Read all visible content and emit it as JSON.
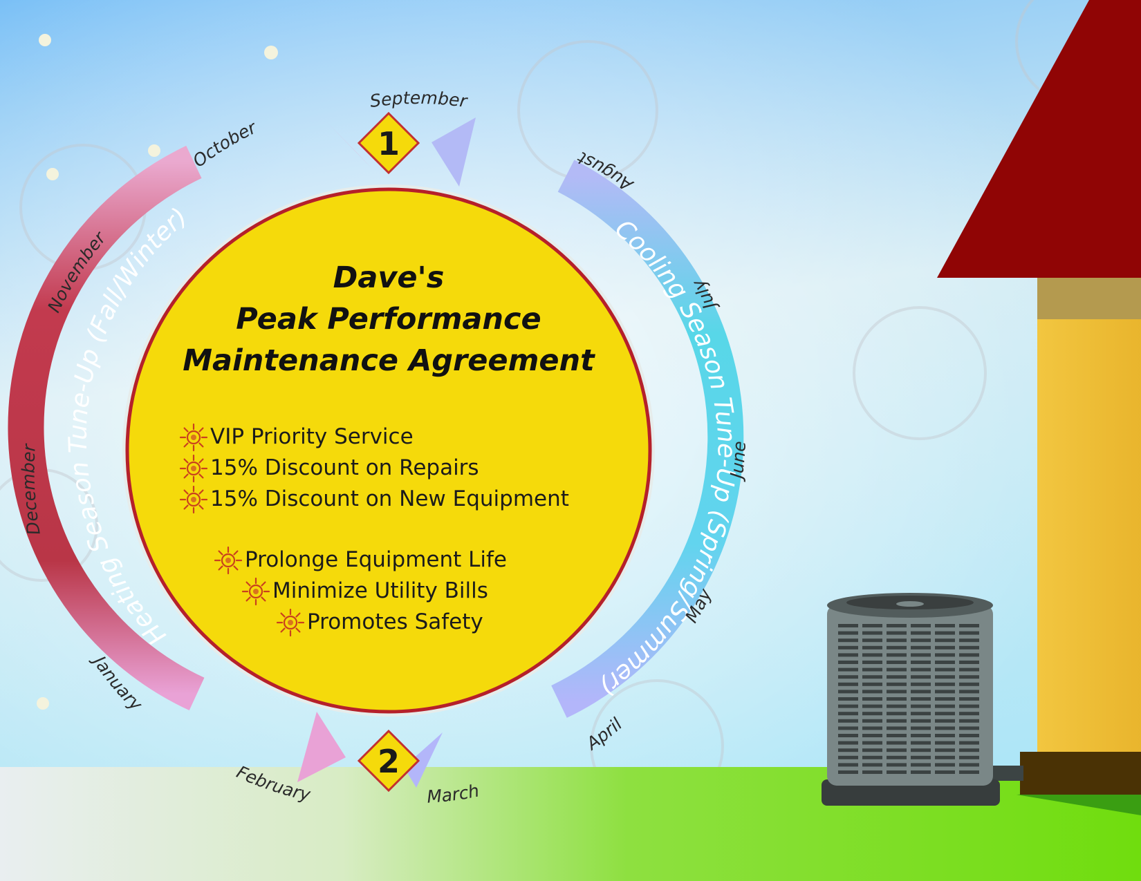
{
  "title_lines": [
    "Dave's",
    "Peak Performance",
    "Maintenance Agreement"
  ],
  "benefits_primary": [
    "VIP Priority Service",
    "15% Discount on Repairs",
    "15% Discount on New Equipment"
  ],
  "benefits_secondary": [
    "Prolonge Equipment Life",
    "Minimize Utility Bills",
    "Promotes Safety"
  ],
  "seasons": {
    "heating": "Heating Season Tune-Up (Fall/Winter)",
    "cooling": "Cooling Season Tune-Up (Spring/Summer)"
  },
  "badges": [
    "1",
    "2"
  ],
  "months": {
    "september": "September",
    "october": "October",
    "november": "November",
    "december": "December",
    "january": "January",
    "february": "February",
    "march": "March",
    "april": "April",
    "may": "May",
    "june": "June",
    "july": "July",
    "august": "August"
  },
  "colors": {
    "sky_top": "#7cc0f5",
    "sky_bottom": "#c8ecf5",
    "grass": "#6fdc10",
    "circle_fill": "#f5da0b",
    "circle_stroke": "#b5202a",
    "heating_arrow": "#b5303c",
    "cooling_arrow": "#5cd8e8",
    "roof": "#8e0505",
    "wall": "#f0c034",
    "ac_unit": "#7c8888",
    "badge_fill": "#f5da0b",
    "badge_stroke": "#c23030"
  }
}
